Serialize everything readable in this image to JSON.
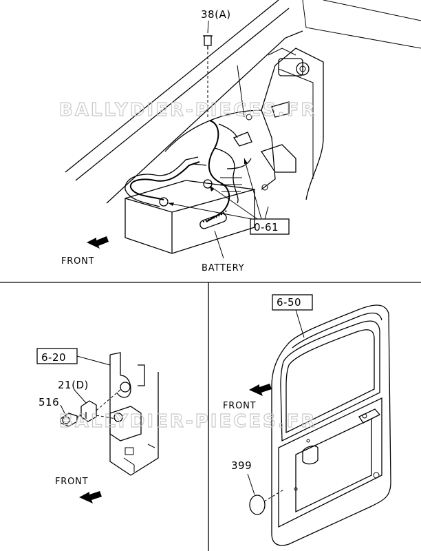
{
  "labels": {
    "top_part": "38(A)",
    "battery_cable": "0-61",
    "battery": "BATTERY",
    "front_top": "FRONT",
    "bracket_ref": "6-20",
    "clip": "21(D)",
    "bolt": "516",
    "front_left": "FRONT",
    "door_ref": "6-50",
    "front_right": "FRONT",
    "plug": "399"
  },
  "watermark": "BALLYDIER-PIECES.FR"
}
